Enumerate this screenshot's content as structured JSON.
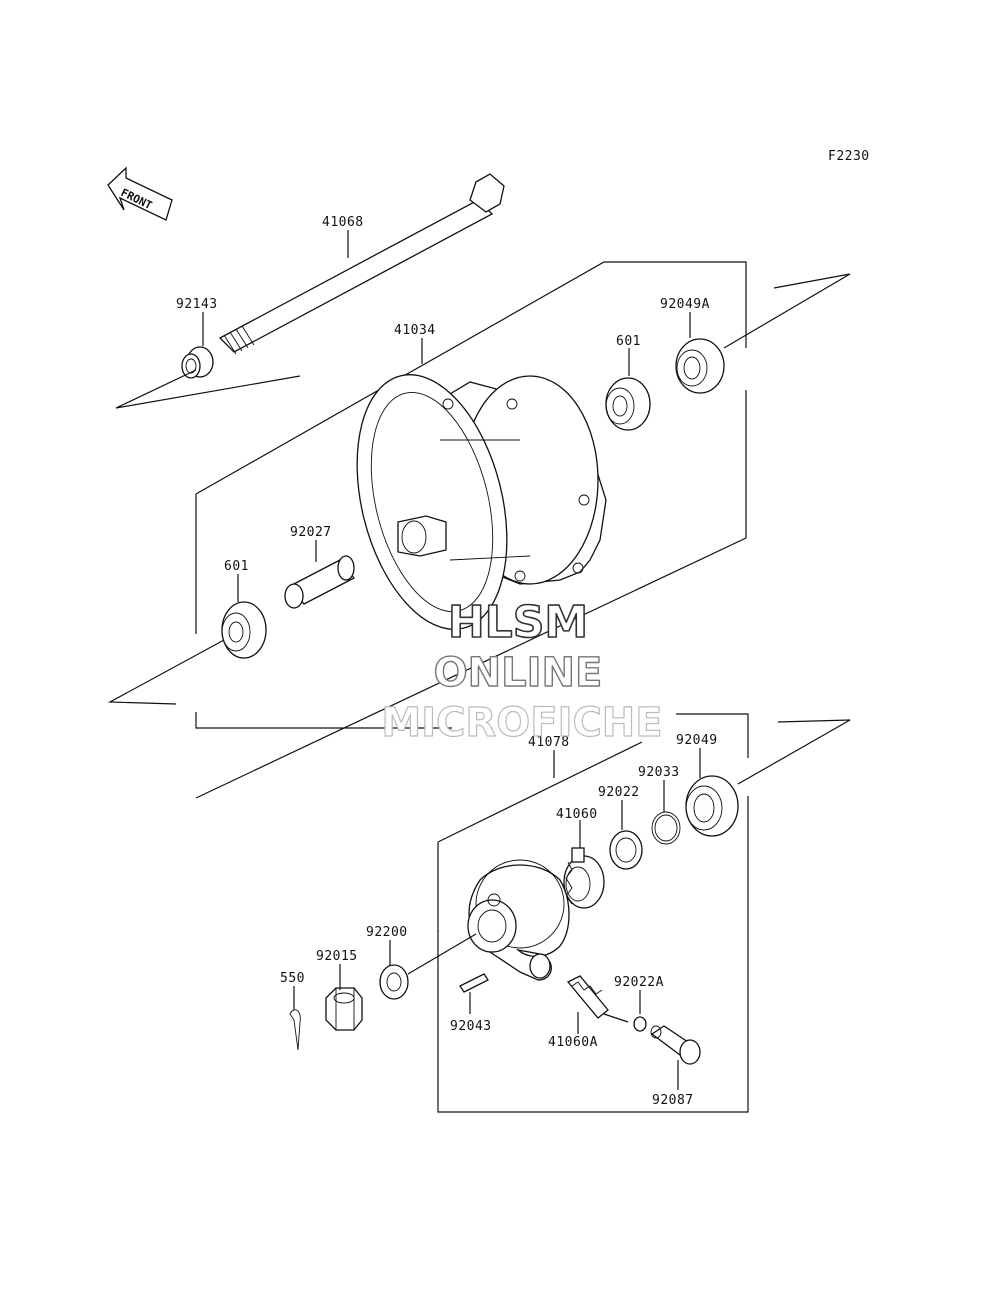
{
  "figure_code": "F2230",
  "front_arrow_label": "FRONT",
  "labels": {
    "p41068": "41068",
    "p92143": "92143",
    "p41034": "41034",
    "p601_top": "601",
    "p92049A": "92049A",
    "p92027": "92027",
    "p601_left": "601",
    "p41078": "41078",
    "p92049": "92049",
    "p92033": "92033",
    "p92022": "92022",
    "p41060": "41060",
    "p92200": "92200",
    "p92015": "92015",
    "p550": "550",
    "p92043": "92043",
    "p92022A": "92022A",
    "p41060A": "41060A",
    "p92087": "92087"
  },
  "watermark": {
    "line1": "HLSM",
    "line2": "ONLINE",
    "line3": "MICROFICHE"
  }
}
